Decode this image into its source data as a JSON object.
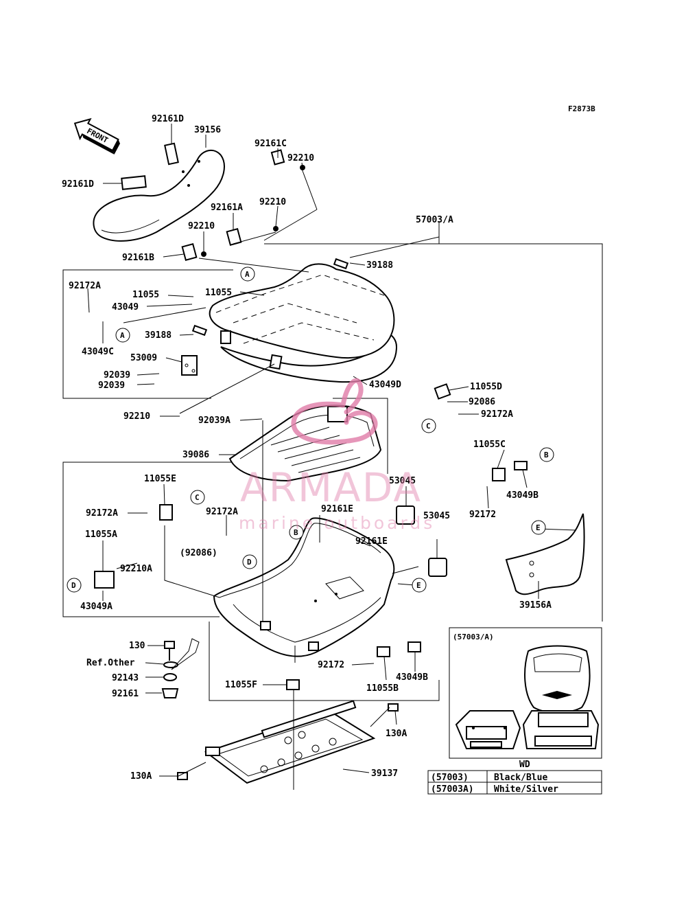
{
  "figure_code": "F2873B",
  "front_arrow": "FRONT",
  "watermark": {
    "brand": "ARMADA",
    "tagline": "marine outboards",
    "color": "#e07ca8"
  },
  "callouts": [
    "A",
    "A",
    "B",
    "B",
    "C",
    "C",
    "D",
    "D",
    "E",
    "E"
  ],
  "parts": [
    "92161D",
    "39156",
    "92161D",
    "92161C",
    "92210",
    "92210",
    "92161A",
    "92210",
    "92161B",
    "57003/A",
    "39188",
    "92172A",
    "11055",
    "11055",
    "43049",
    "39188",
    "43049C",
    "53009",
    "92039",
    "92039",
    "43049D",
    "11055D",
    "92086",
    "92172A",
    "92210",
    "92039A",
    "39086",
    "11055C",
    "43049B",
    "92172",
    "11055E",
    "92172A",
    "92172A",
    "(92086)",
    "53045",
    "53045",
    "92161E",
    "92161E",
    "11055A",
    "92210A",
    "43049A",
    "39156A",
    "130",
    "Ref.Other",
    "92143",
    "92161",
    "92172",
    "43049B",
    "11055B",
    "11055F",
    "130A",
    "130A",
    "39137"
  ],
  "inset": {
    "title": "(57003/A)",
    "footer": "WD"
  },
  "legend": {
    "rows": [
      {
        "code": "(57003)",
        "color": "Black/Blue"
      },
      {
        "code": "(57003A)",
        "color": "White/Silver"
      }
    ]
  }
}
